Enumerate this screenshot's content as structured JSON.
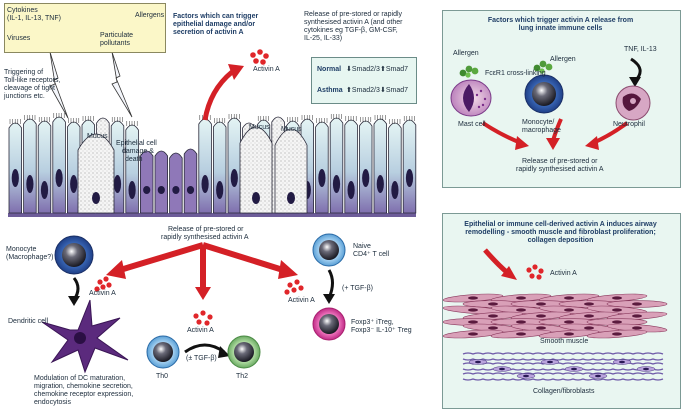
{
  "legend": {
    "cytokines": "Cytokines",
    "cytokines_list": "(IL-1, IL-13, TNF)",
    "allergens": "Allergens",
    "viruses": "Viruses",
    "particulate_1": "Particulate",
    "particulate_2": "pollutants"
  },
  "triggers_title": [
    "Factors which can trigger",
    "epithelial damage and/or",
    "secretion of activin A"
  ],
  "release_text": [
    "Release of pre-stored or rapidly",
    "synthesised activin A (and other",
    "cytokines eg TGF-β, GM-CSF,",
    "IL-25, IL-33)"
  ],
  "regulation": {
    "normal_label": "Normal",
    "normal_left": "Smad2/3",
    "normal_right": "Smad7",
    "asthma_label": "Asthma",
    "asthma_left": "Smad2/3",
    "asthma_right": "Smad7"
  },
  "tlr_text": [
    "Triggering of",
    "Toll-like receptors,",
    "cleavage of tight",
    "junctions etc."
  ],
  "epithelium": {
    "mucus_1": "Mucus",
    "mucus_2": "Mucus",
    "mucus_3": "Mucus",
    "damage": [
      "Epithelial cell",
      "damage &",
      "death"
    ]
  },
  "activin_a": "Activin A",
  "center_release": [
    "Release of pre-stored or",
    "rapidly synthesised activin A"
  ],
  "monocyte": [
    "Monocyte",
    "(Macrophage?)"
  ],
  "dendritic_cell": "Dendritic cell",
  "dc_modulation": [
    "Modulation of DC maturation,",
    "migration, chemokine secretion,",
    "chemokine receptor expression,",
    "endocytosis"
  ],
  "naive_t": [
    "Naive",
    "CD4⁺ T cell"
  ],
  "tgf_plus": "(+ TGF-β)",
  "tgf_pm": "(± TGF-β)",
  "treg": [
    "Foxp3⁺ iTreg,",
    "Foxp3⁻ IL-10⁺ Treg"
  ],
  "th0": "Th0",
  "th2": "Th2",
  "panel1": {
    "title": [
      "Factors which trigger activin A release from",
      "lung innate immune cells"
    ],
    "allergen_left": "Allergen",
    "allergen_right": "Allergen",
    "tnf": "TNF, IL-13",
    "fc_receptor": "FcεR1 cross-linking",
    "mast_cell": "Mast cell",
    "monocyte_macrophage": [
      "Monocyte/",
      "macrophage"
    ],
    "neutrophil": "Neutrophil",
    "release": [
      "Release of pre-stored or",
      "rapidly synthesised activin A"
    ]
  },
  "panel2": {
    "title": [
      "Epithelial or immune cell-derived activin A induces airway",
      "remodelling - smooth muscle and fibroblast proliferation;",
      "collagen deposition"
    ],
    "activin": "Activin A",
    "smooth_muscle": "Smooth muscle",
    "collagen": "Collagen/fibroblasts"
  },
  "colors": {
    "arrow_red": "#d42026",
    "dot_red": "#e0262a",
    "legend_bg": "#fbf7c8",
    "panel_bg": "#e9f6f1",
    "epithelium_purple": "#8b79b3",
    "dendritic_purple": "#5b2a7d",
    "treg_magenta": "#e04fa5",
    "th2_green": "#8ec68a",
    "th0_blue": "#8cb9e0",
    "muscle_pink": "#d9a0b8"
  }
}
